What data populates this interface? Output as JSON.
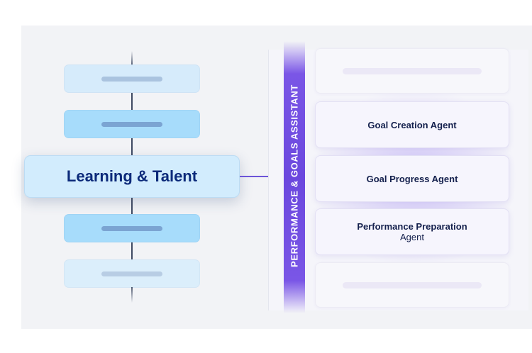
{
  "hierarchy": {
    "main_node": {
      "label": "Learning & Talent"
    },
    "placeholder_nodes": [
      {
        "id": "node-1",
        "style": "light"
      },
      {
        "id": "node-2",
        "style": "mid"
      },
      {
        "id": "node-4",
        "style": "mid"
      },
      {
        "id": "node-5",
        "style": "pale"
      }
    ]
  },
  "assistant": {
    "label": "PERFORMANCE & GOALS ASSISTANT",
    "agents": [
      {
        "line1": "Goal Creation Agent"
      },
      {
        "line1": "Goal Progress Agent"
      },
      {
        "line1": "Performance Preparation",
        "line2": "Agent"
      }
    ]
  },
  "colors": {
    "main_text": "#0c2a7a",
    "assistant_band": "#6b48de",
    "connector": "#6c55d8",
    "agent_text": "#14204d"
  }
}
